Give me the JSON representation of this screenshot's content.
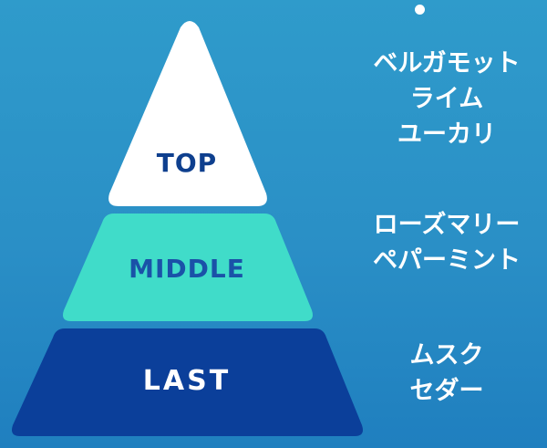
{
  "colors": {
    "background": "#2a95c9",
    "top_tier": "#ffffff",
    "middle_tier": "#40dcc9",
    "last_tier": "#0b3f9a",
    "label_dark": "#0e3f8e",
    "label_light": "#ffffff"
  },
  "pyramid": {
    "tiers": [
      {
        "label": "TOP",
        "notes": [
          "ベルガモット",
          "ライム",
          "ユーカリ"
        ]
      },
      {
        "label": "MIDDLE",
        "notes": [
          "ローズマリー",
          "ペパーミント"
        ]
      },
      {
        "label": "LAST",
        "notes": [
          "ムスク",
          "セダー"
        ]
      }
    ]
  },
  "decoration": {
    "dot_icon": "bullet-dot"
  }
}
